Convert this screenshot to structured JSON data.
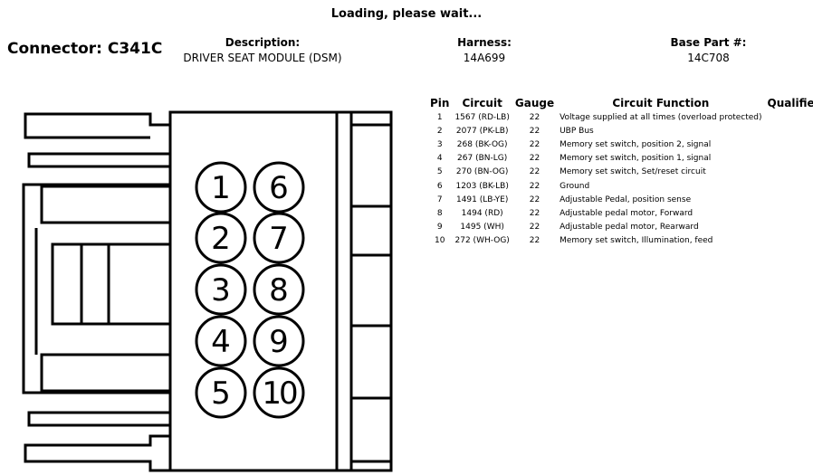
{
  "status": {
    "loading": "Loading, please wait..."
  },
  "connector": {
    "title": "Connector: C341C"
  },
  "header": {
    "description_label": "Description:",
    "description_value": "DRIVER SEAT MODULE (DSM)",
    "harness_label": "Harness:",
    "harness_value": "14A699",
    "base_part_label": "Base Part #:",
    "base_part_value": "14C708"
  },
  "table": {
    "columns": [
      "Pin",
      "Circuit",
      "Gauge",
      "Circuit Function",
      "Qualifier"
    ],
    "rows": [
      {
        "pin": "1",
        "circuit": "1567 (RD-LB)",
        "gauge": "22",
        "function": "Voltage supplied at all times (overload protected)",
        "qualifier": ""
      },
      {
        "pin": "2",
        "circuit": "2077 (PK-LB)",
        "gauge": "22",
        "function": "UBP Bus",
        "qualifier": ""
      },
      {
        "pin": "3",
        "circuit": "268 (BK-OG)",
        "gauge": "22",
        "function": "Memory set switch, position 2, signal",
        "qualifier": ""
      },
      {
        "pin": "4",
        "circuit": "267 (BN-LG)",
        "gauge": "22",
        "function": "Memory set switch, position 1, signal",
        "qualifier": ""
      },
      {
        "pin": "5",
        "circuit": "270 (BN-OG)",
        "gauge": "22",
        "function": "Memory set switch, Set/reset circuit",
        "qualifier": ""
      },
      {
        "pin": "6",
        "circuit": "1203 (BK-LB)",
        "gauge": "22",
        "function": "Ground",
        "qualifier": ""
      },
      {
        "pin": "7",
        "circuit": "1491 (LB-YE)",
        "gauge": "22",
        "function": "Adjustable Pedal, position sense",
        "qualifier": ""
      },
      {
        "pin": "8",
        "circuit": "1494 (RD)",
        "gauge": "22",
        "function": "Adjustable pedal motor, Forward",
        "qualifier": ""
      },
      {
        "pin": "9",
        "circuit": "1495 (WH)",
        "gauge": "22",
        "function": "Adjustable pedal motor, Rearward",
        "qualifier": ""
      },
      {
        "pin": "10",
        "circuit": "272 (WH-OG)",
        "gauge": "22",
        "function": "Memory set switch, Illumination, feed",
        "qualifier": ""
      }
    ]
  },
  "diagram": {
    "pin_labels": {
      "p1": "1",
      "p2": "2",
      "p3": "3",
      "p4": "4",
      "p5": "5",
      "p6": "6",
      "p7": "7",
      "p8": "8",
      "p9": "9",
      "p10": "10"
    }
  }
}
